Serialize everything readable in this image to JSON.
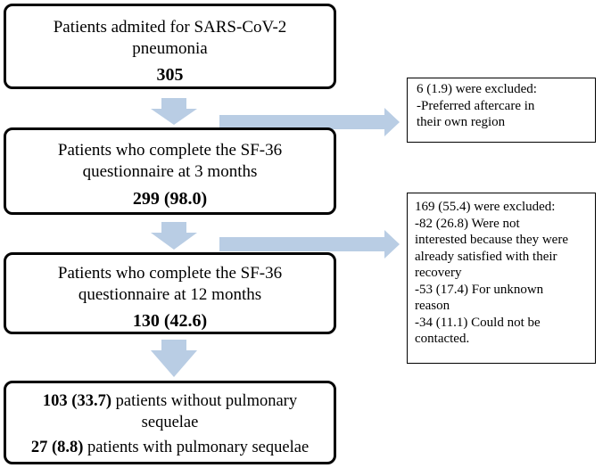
{
  "boxes": {
    "admitted": {
      "line1": "Patients admited for SARS-CoV-2",
      "line2": "pneumonia",
      "count": "305"
    },
    "three_months": {
      "line1": "Patients who complete the SF-36",
      "line2": "questionnaire at 3 months",
      "count": "299 (98.0)"
    },
    "twelve_months": {
      "line1": "Patients who complete the SF-36",
      "line2": "questionnaire at 12 months",
      "count": "130 (42.6)"
    },
    "outcome": {
      "without_num": "103 (33.7)",
      "without_text": " patients without pulmonary",
      "without_text2": "sequelae",
      "with_num": "27 (8.8)",
      "with_text": " patients with pulmonary sequelae"
    }
  },
  "exclusions": {
    "first": {
      "lines": [
        "6 (1.9) were excluded:",
        "-Preferred aftercare in",
        "their own region"
      ]
    },
    "second": {
      "lines": [
        "169 (55.4) were excluded:",
        "-82 (26.8) Were not",
        "interested because they were",
        "already satisfied with their",
        "recovery",
        "-53 (17.4) For unknown",
        "reason",
        "-34 (11.1) Could not be",
        "contacted."
      ]
    }
  },
  "colors": {
    "arrow_fill": "#b9cde4",
    "border": "#000000"
  }
}
